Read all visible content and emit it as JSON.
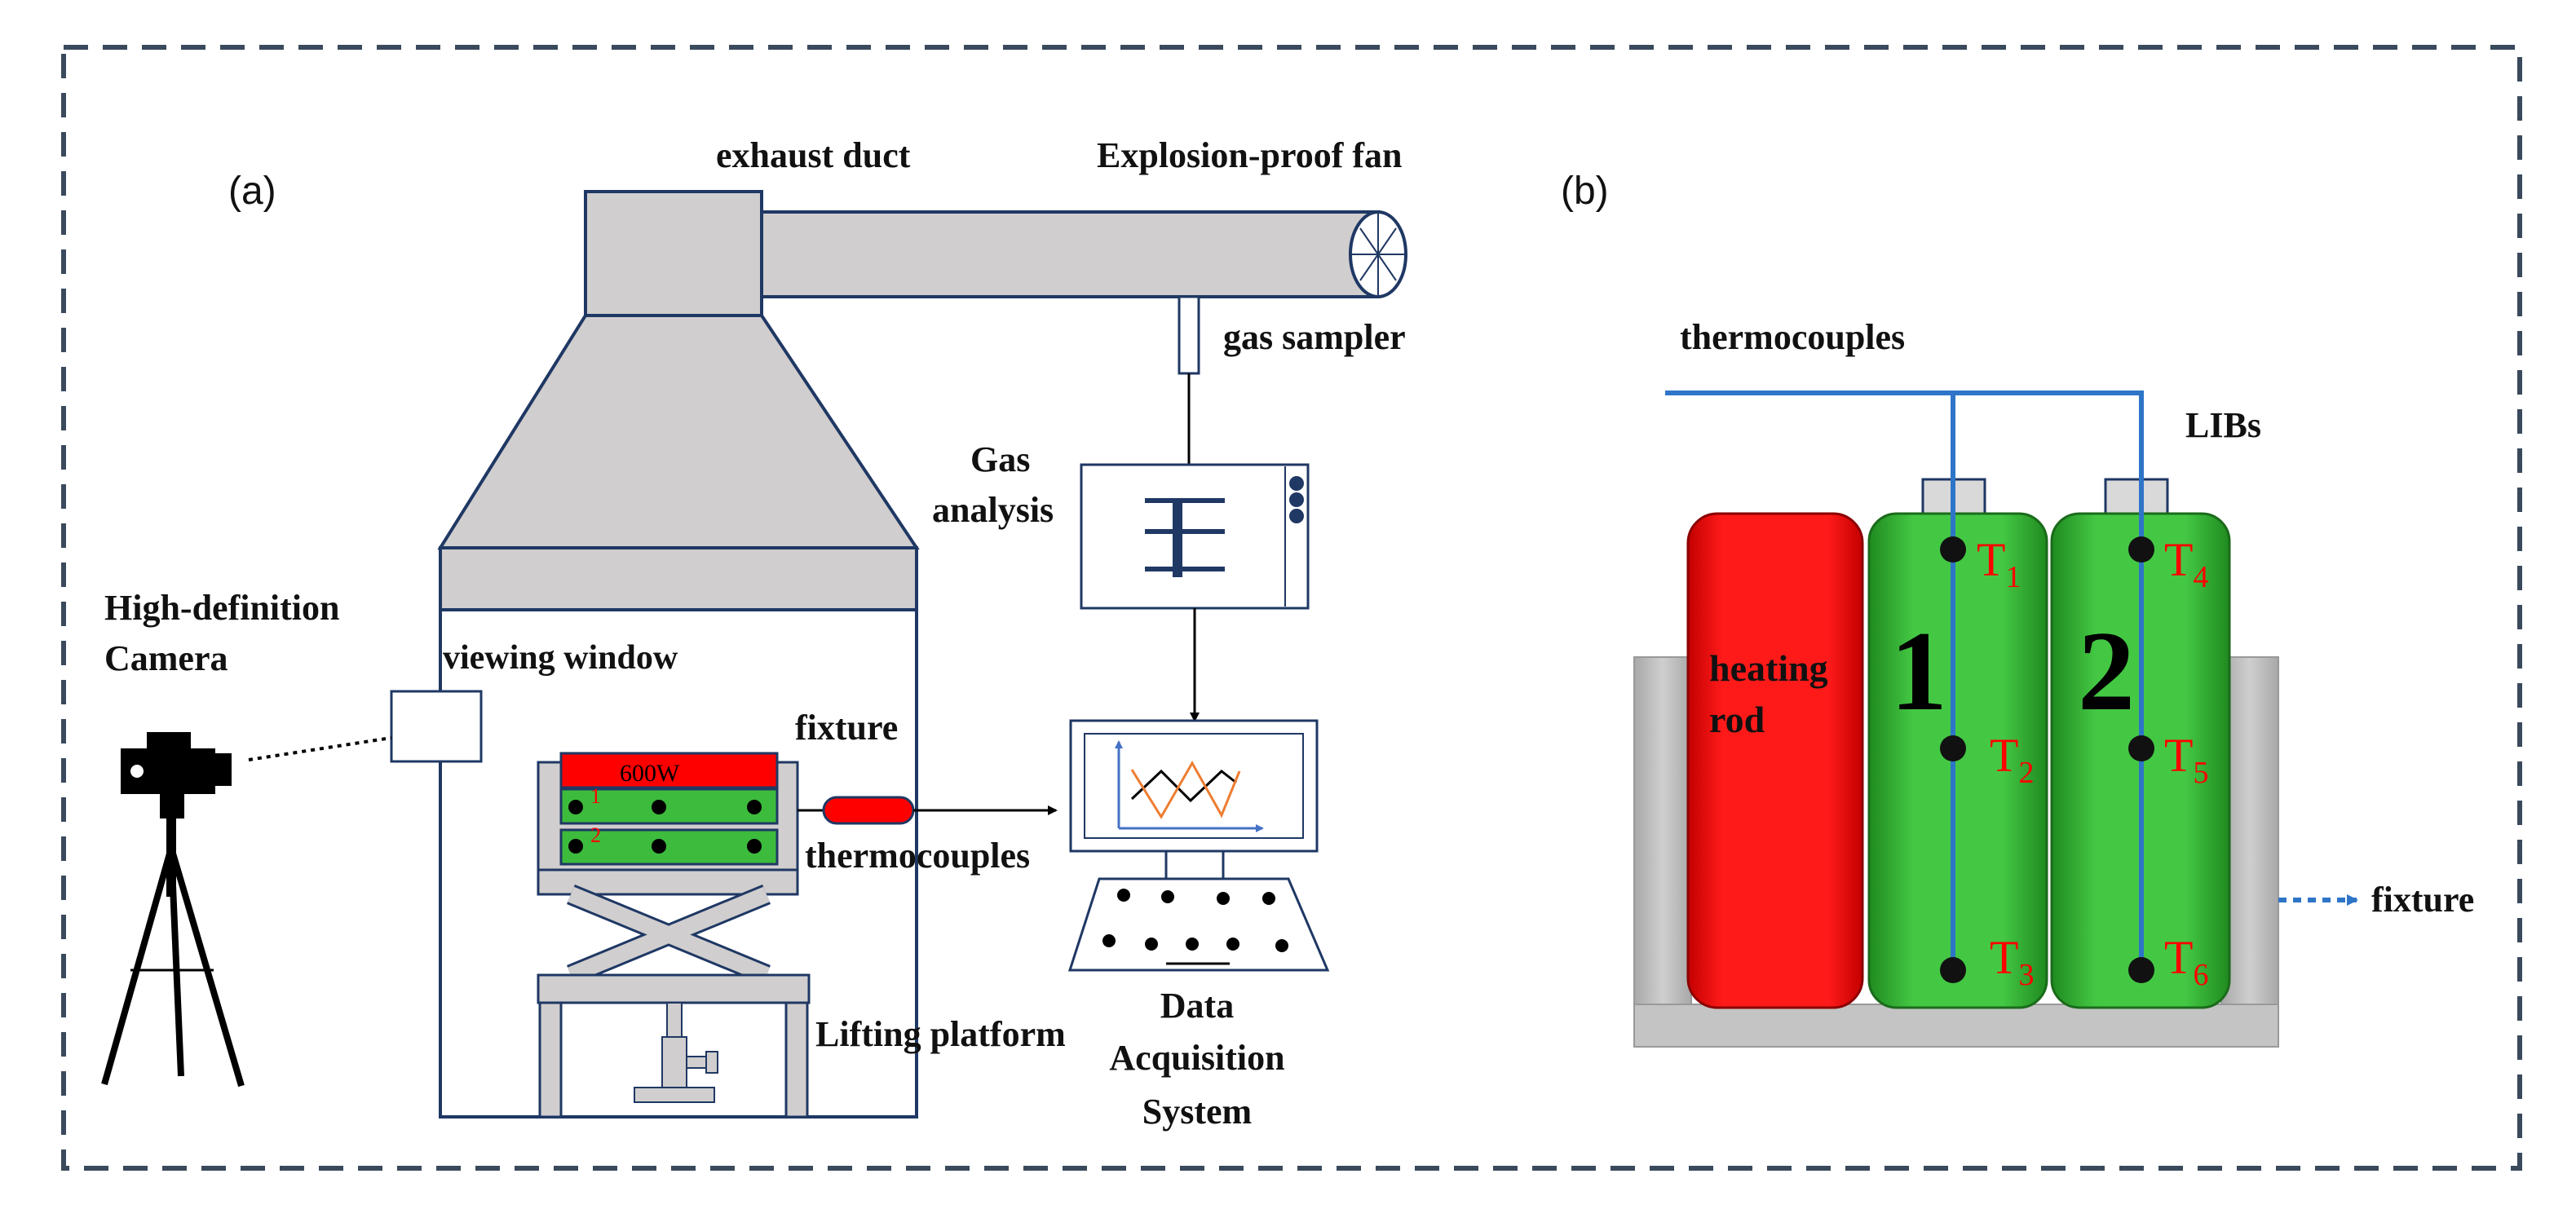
{
  "panel_a": {
    "tag": "(a)",
    "exhaust_duct": "exhaust duct",
    "explosion_proof_fan": "Explosion-proof fan",
    "gas_sampler": "gas sampler",
    "gas_analysis_line1": "Gas",
    "gas_analysis_line2": "analysis",
    "camera_line1": "High-definition",
    "camera_line2": "Camera",
    "viewing_window": "viewing window",
    "fixture": "fixture",
    "heater_power": "600W",
    "cell1_marker": "1",
    "cell2_marker": "2",
    "thermocouples": "thermocouples",
    "lifting_platform": "Lifting platform",
    "daq_line1": "Data",
    "daq_line2": "Acquisition",
    "daq_line3": "System"
  },
  "panel_b": {
    "tag": "(b)",
    "thermocouples": "thermocouples",
    "libs": "LIBs",
    "heating_rod_line1": "heating",
    "heating_rod_line2": "rod",
    "cell1": "1",
    "cell2": "2",
    "t_labels": [
      {
        "letter": "T",
        "sub": "1"
      },
      {
        "letter": "T",
        "sub": "2"
      },
      {
        "letter": "T",
        "sub": "3"
      },
      {
        "letter": "T",
        "sub": "4"
      },
      {
        "letter": "T",
        "sub": "5"
      },
      {
        "letter": "T",
        "sub": "6"
      }
    ],
    "fixture": "fixture"
  },
  "colors": {
    "frame_dash": "#3a4a5c",
    "line_navy": "#1f3864",
    "duct_gray": "#d0cece",
    "heater_red": "#ff0000",
    "cell_green": "#3dbb3d",
    "wire_blue": "#2e75c8",
    "chart_orange": "#ed7d31",
    "chart_blue": "#4472c4"
  }
}
